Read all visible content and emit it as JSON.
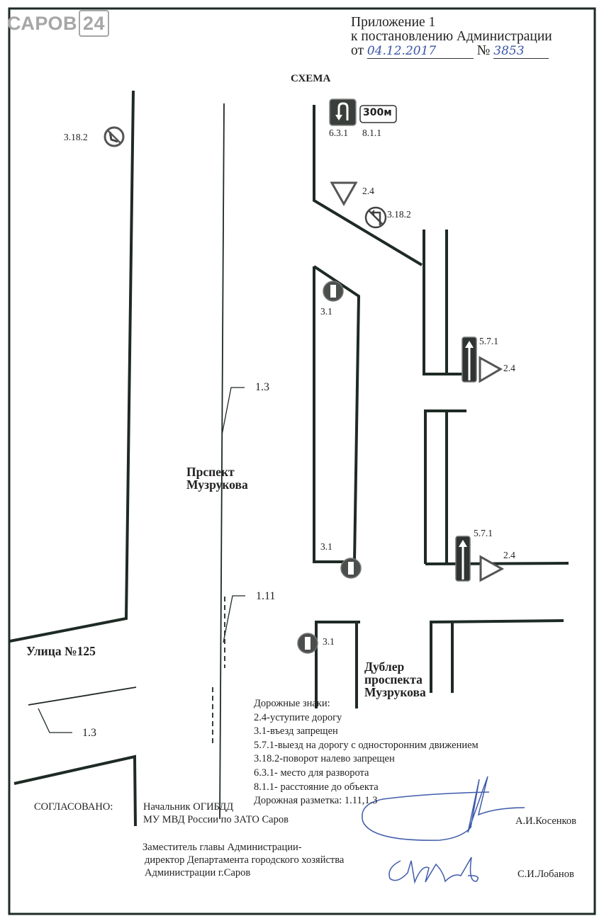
{
  "watermark": {
    "brand_text": "САРОВ",
    "brand_number": "24"
  },
  "header": {
    "line1": "Приложение 1",
    "line2": "к постановлению Администрации",
    "date_prefix": "от",
    "date_value": "04.12.2017",
    "number_prefix": "№",
    "number_value": "3853"
  },
  "diagram": {
    "title": "СХЕМА",
    "streets": {
      "prospekt_line1": "Прспект",
      "prospekt_line2": "Музрукова",
      "street125": "Улица №125",
      "dubler_line1": "Дублер",
      "dubler_line2": "проспекта",
      "dubler_line3": "Музрукова"
    },
    "sign_labels": {
      "s6_3_1": "6.3.1",
      "s8_1_1": "8.1.1",
      "distance_plate": "300м",
      "s3_18_2_left": "3.18.2",
      "s2_4_top": "2.4",
      "s3_18_2_right": "3.18.2",
      "s3_1_top": "3.1",
      "s5_7_1_upper": "5.7.1",
      "s2_4_upper": "2.4",
      "s3_1_middle": "3.1",
      "s5_7_1_lower": "5.7.1",
      "s2_4_lower": "2.4",
      "s3_1_bottom": "3.1"
    },
    "marking_labels": {
      "m1_3_upper": "1.3",
      "m1_11": "1.11",
      "m1_3_lower": "1.3"
    }
  },
  "legend": {
    "title": "Дорожные знаки:",
    "items": [
      "2.4-уступите дорогу",
      "3.1-въезд запрещен",
      "5.7.1-выезд на дорогу с односторонним  движением",
      "3.18.2-поворот налево запрещен",
      "6.3.1- место для разворота",
      "8.1.1- расстояние до объекта",
      "Дорожная разметка: 1.11,1.3"
    ]
  },
  "approval": {
    "label": "СОГЛАСОВАНО:",
    "signer1_line1": "Начальник ОГИБДД",
    "signer1_line2": "МУ МВД России  по ЗАТО Саров",
    "signer1_name": "А.И.Косенков",
    "signer2_line1": "Заместитель главы Администрации-",
    "signer2_line2": "директор Департамента городского хозяйства",
    "signer2_line3": "Администрации г.Саров",
    "signer2_name": "С.И.Лобанов"
  },
  "colors": {
    "ink": "#1e2a24",
    "signature": "#3f5bab",
    "watermark": "#a6a6a6",
    "sign_fill": "#3a3f3c"
  }
}
